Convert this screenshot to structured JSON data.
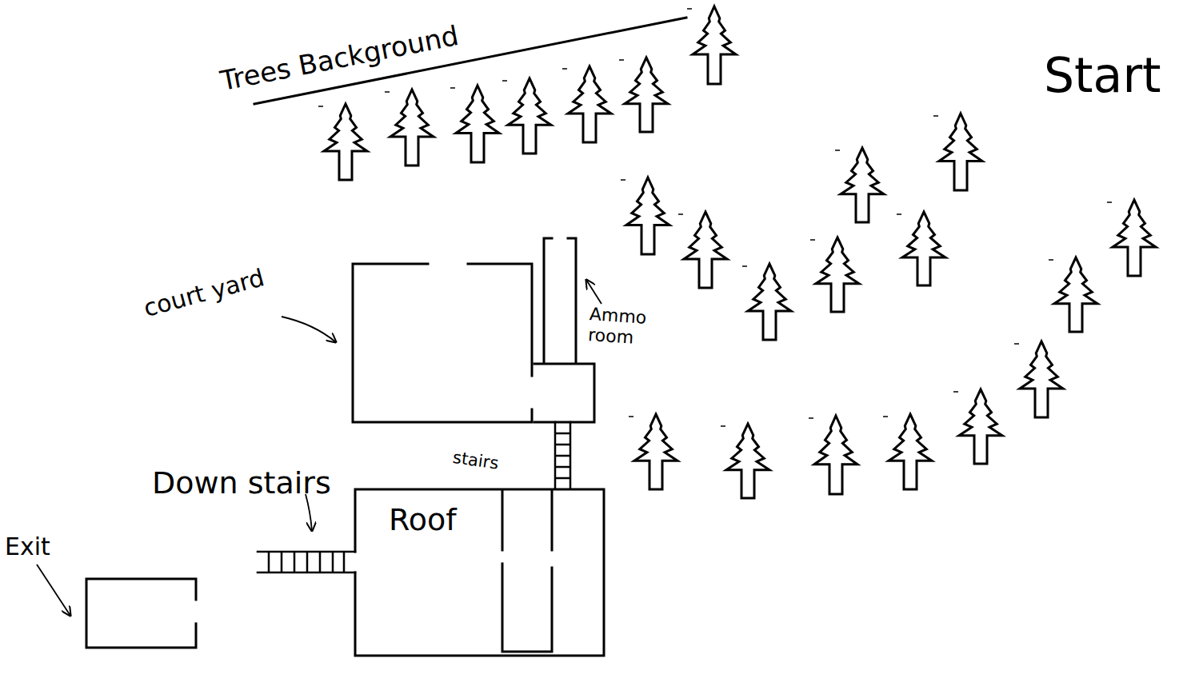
{
  "diagram": {
    "nodes": [
      {
        "text": [
          "Roof"
        ]
      }
    ],
    "labels": [
      "Trees Background",
      "Start",
      "court yard",
      "Ammo room",
      "stairs",
      "Down stairs",
      "Exit"
    ]
  }
}
